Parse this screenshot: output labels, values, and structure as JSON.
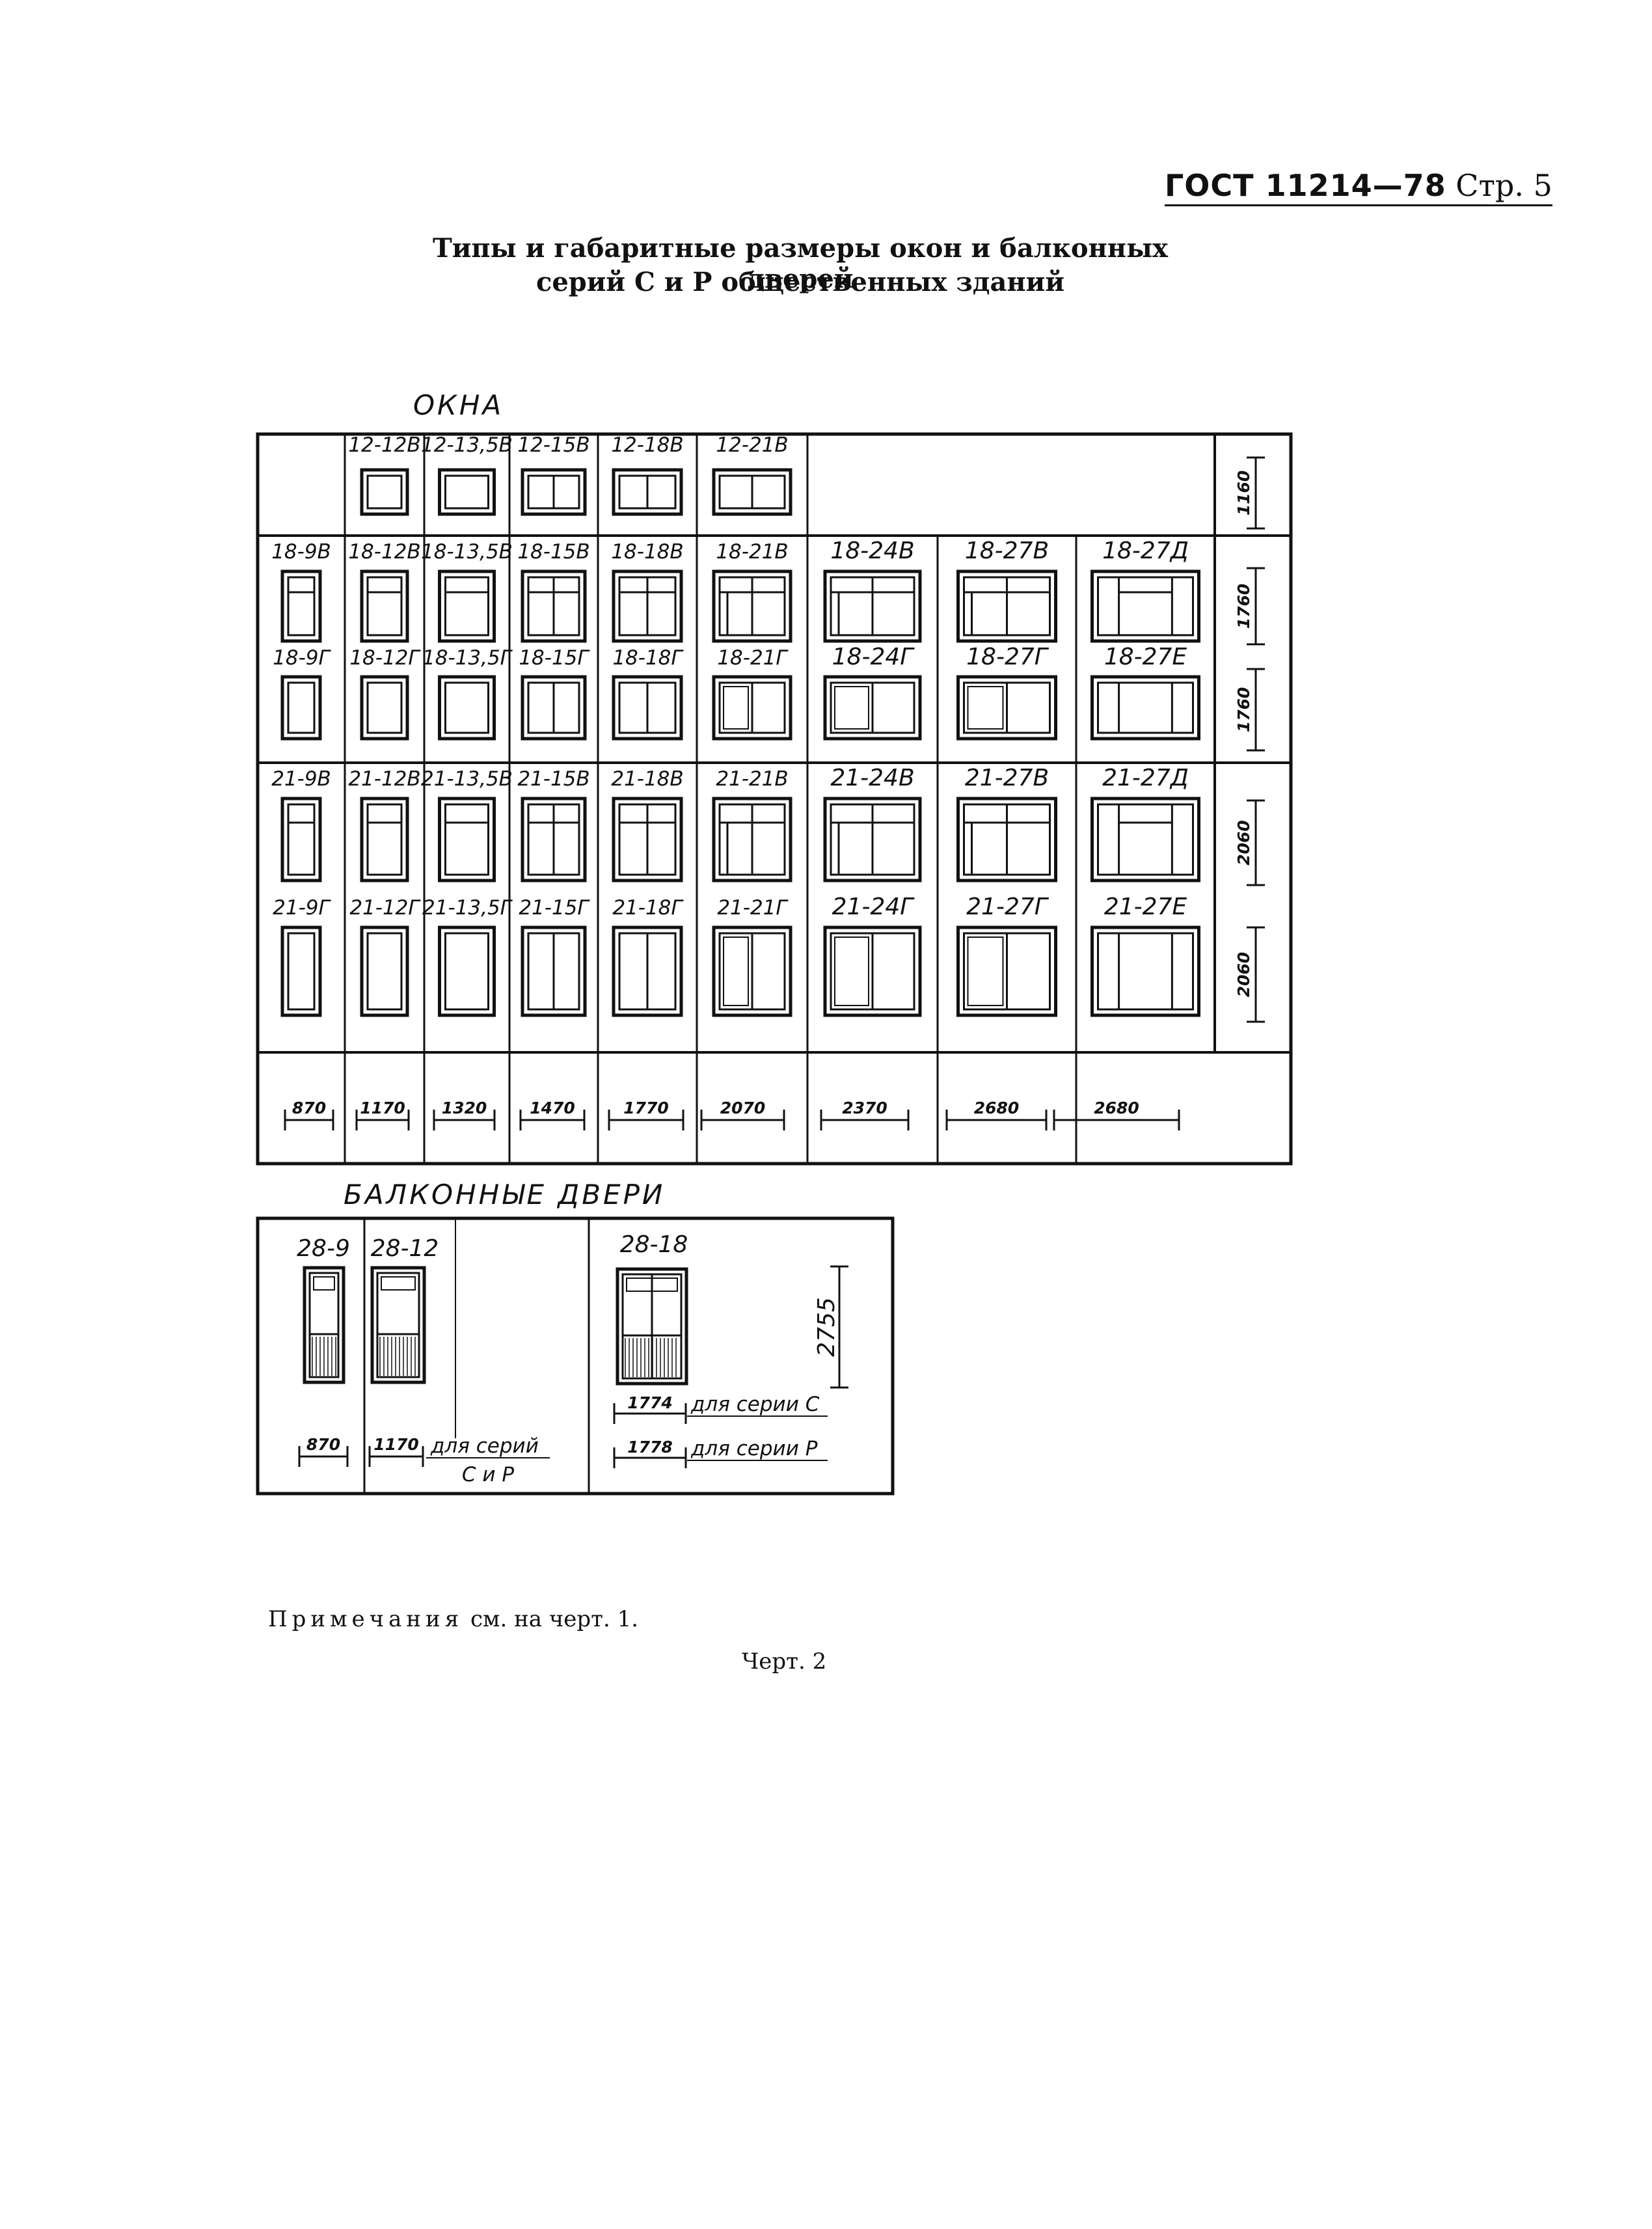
{
  "header": {
    "code": "ГОСТ 11214—78",
    "page": "Стр. 5"
  },
  "title": {
    "line1": "Типы и габаритные размеры окон и балконных дверей",
    "line2": "серий С и Р общественных зданий"
  },
  "windows": {
    "section_title": "ОКНА",
    "row_heights": [
      "1160",
      "1760",
      "1760",
      "2060",
      "2060"
    ],
    "widths": [
      "870",
      "1170",
      "1320",
      "1470",
      "1770",
      "2070",
      "2370",
      "2680",
      "2680"
    ],
    "rows": [
      {
        "labels": [
          "",
          "12-12В",
          "12-13,5В",
          "12-15В",
          "12-18В",
          "12-21В",
          "",
          "",
          ""
        ]
      },
      {
        "labels": [
          "18-9В",
          "18-12В",
          "18-13,5В",
          "18-15В",
          "18-18В",
          "18-21В",
          "18-24В",
          "18-27В",
          "18-27Д"
        ]
      },
      {
        "labels": [
          "18-9Г",
          "18-12Г",
          "18-13,5Г",
          "18-15Г",
          "18-18Г",
          "18-21Г",
          "18-24Г",
          "18-27Г",
          "18-27Е"
        ]
      },
      {
        "labels": [
          "21-9В",
          "21-12В",
          "21-13,5В",
          "21-15В",
          "21-18В",
          "21-21В",
          "21-24В",
          "21-27В",
          "21-27Д"
        ]
      },
      {
        "labels": [
          "21-9Г",
          "21-12Г",
          "21-13,5Г",
          "21-15Г",
          "21-18Г",
          "21-21Г",
          "21-24Г",
          "21-27Г",
          "21-27Е"
        ]
      }
    ]
  },
  "balcony_doors": {
    "section_title": "БАЛКОННЫЕ ДВЕРИ",
    "doors": [
      {
        "label": "28-9",
        "width": "870"
      },
      {
        "label": "28-12",
        "width": "1170",
        "note": "для серий",
        "note2": "С и Р"
      },
      {
        "label": "28-18",
        "height": "2755",
        "widths": [
          {
            "value": "1774",
            "note": "для серии С"
          },
          {
            "value": "1778",
            "note": "для серии Р"
          }
        ]
      }
    ]
  },
  "notes": {
    "spaced": "Примечания",
    "rest": " см. на черт. 1."
  },
  "figure": "Черт. 2"
}
